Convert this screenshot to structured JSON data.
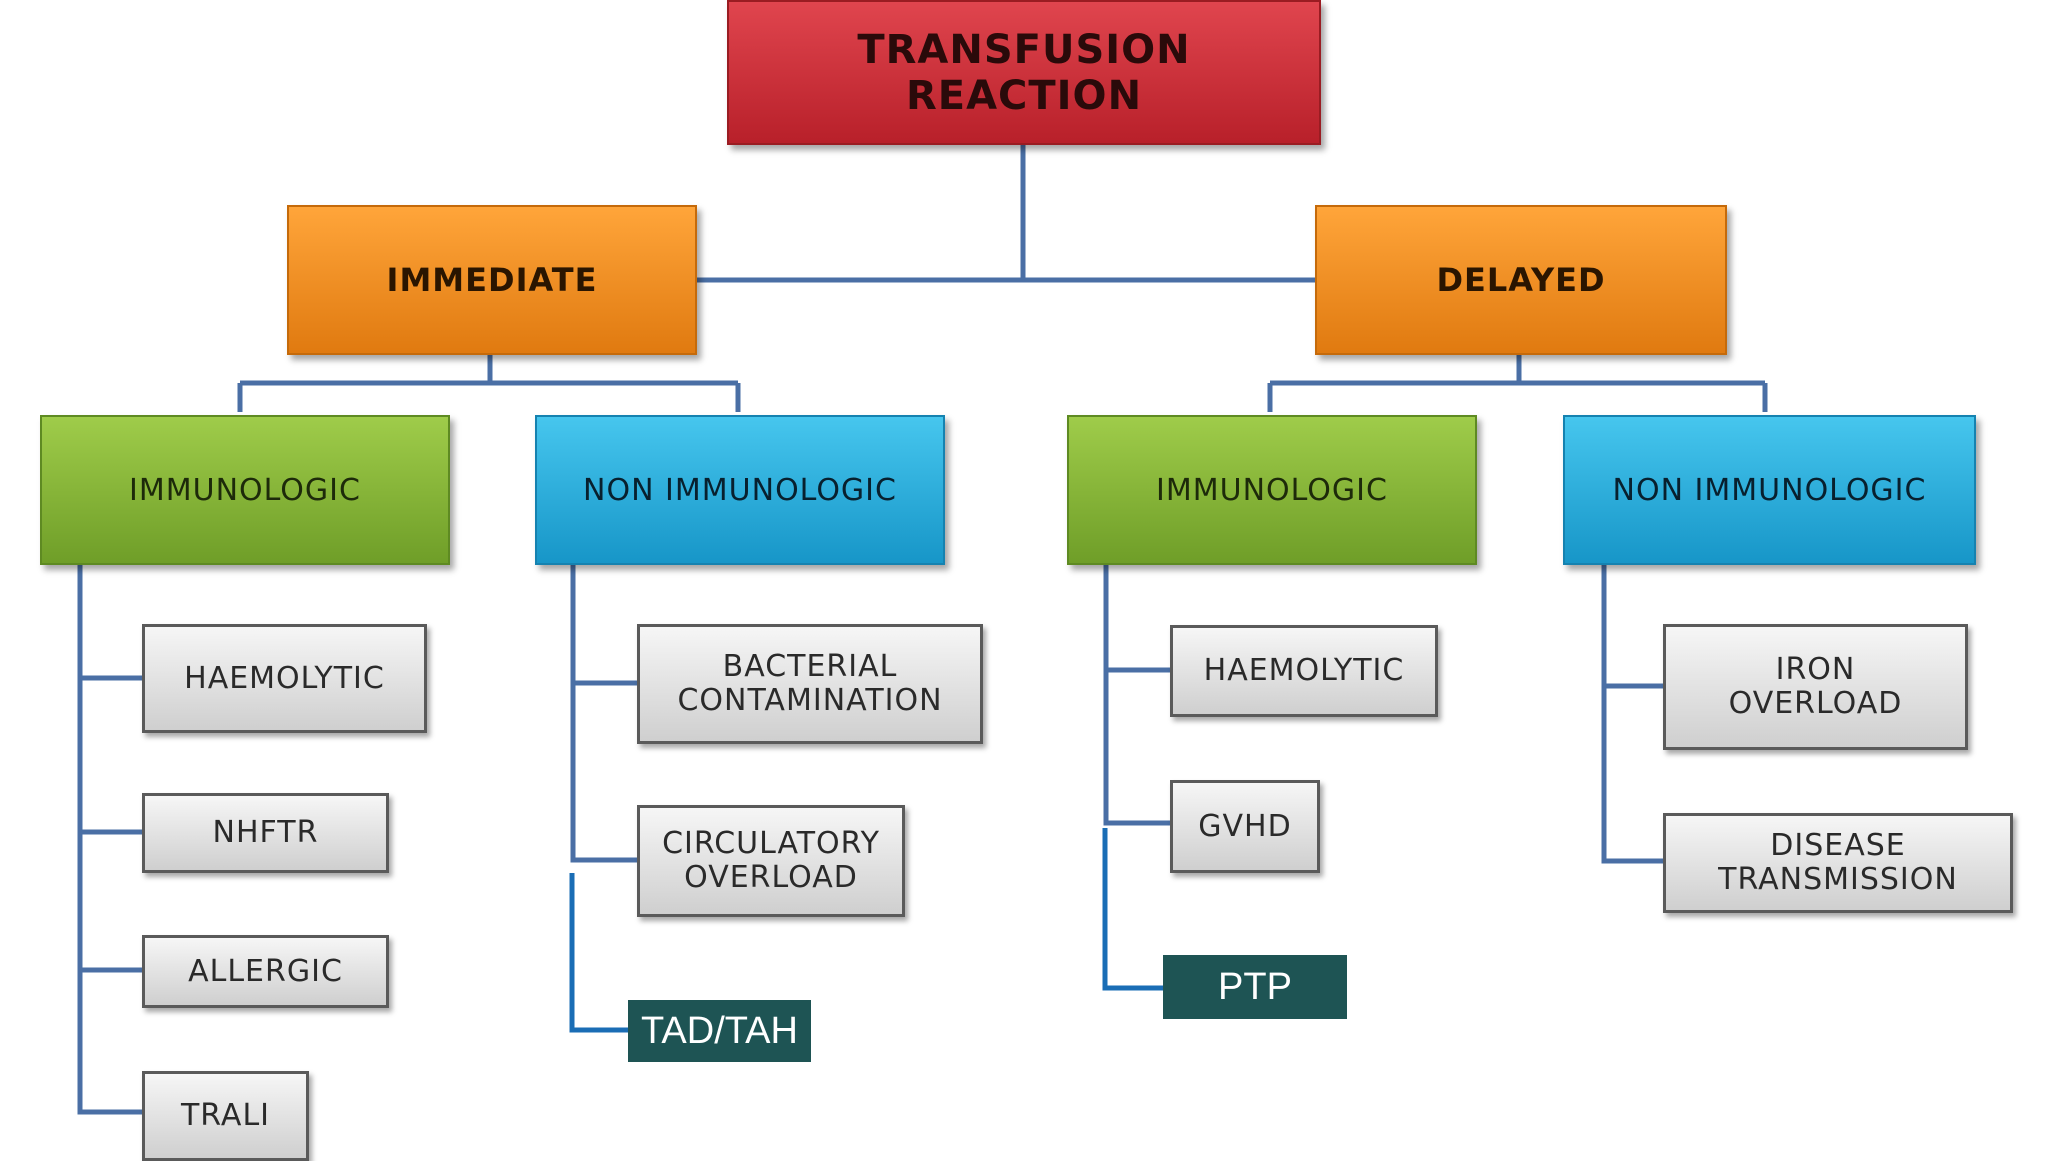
{
  "root": "TRANSFUSION\nREACTION",
  "branches": {
    "immediate": "IMMEDIATE",
    "delayed": "DELAYED"
  },
  "categories": {
    "immediate_immunologic": "IMMUNOLOGIC",
    "immediate_non_immunologic": "NON IMMUNOLOGIC",
    "delayed_immunologic": "IMMUNOLOGIC",
    "delayed_non_immunologic": "NON IMMUNOLOGIC"
  },
  "leaves": {
    "immediate_immunologic": [
      "HAEMOLYTIC",
      "NHFTR",
      "ALLERGIC",
      "TRALI"
    ],
    "immediate_non_immunologic": [
      "BACTERIAL\nCONTAMINATION",
      "CIRCULATORY\nOVERLOAD"
    ],
    "delayed_immunologic": [
      "HAEMOLYTIC",
      "GVHD"
    ],
    "delayed_non_immunologic": [
      "IRON\nOVERLOAD",
      "DISEASE\nTRANSMISSION"
    ]
  },
  "added": {
    "immediate_non_immunologic": "TAD/TAH",
    "delayed_immunologic": "PTP"
  },
  "colors": {
    "connector": "#4a6fa5",
    "added_connector": "#1a6db5",
    "added_box": "#1e5454"
  }
}
